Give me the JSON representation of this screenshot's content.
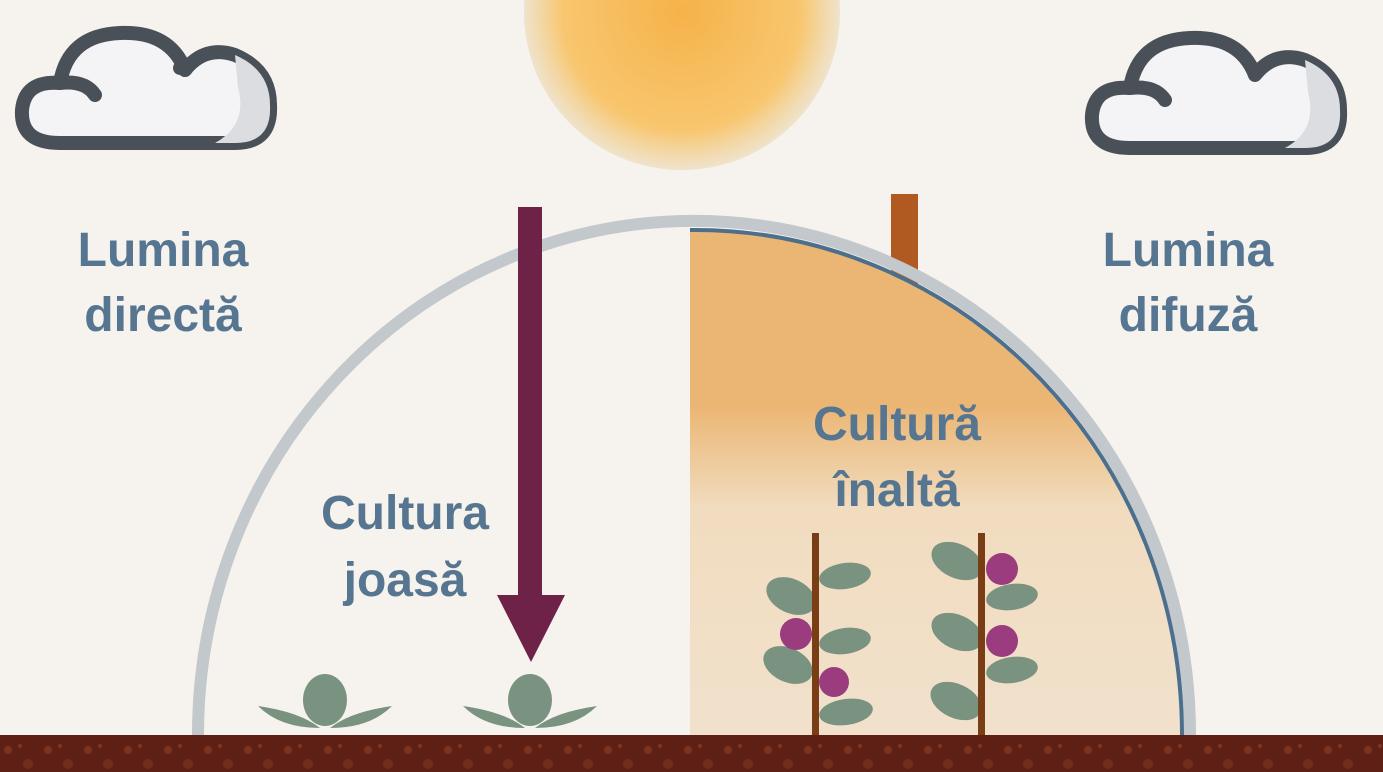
{
  "labels": {
    "direct_light": [
      "Lumina",
      "directă"
    ],
    "diffuse_light": [
      "Lumina",
      "difuză"
    ],
    "low_crop": [
      "Cultura",
      "joasă"
    ],
    "tall_crop": [
      "Cultură",
      "înaltă"
    ]
  },
  "colors": {
    "background": "#f6f2ed",
    "text": "#567590",
    "arrow": "#6e2248",
    "soil": "#5e1f14",
    "leaf": "#7a9280",
    "stem": "#7a3e17",
    "flower": "#9a3c7e",
    "greenhouse_frame": "#c3c8cc",
    "greenhouse_film": "#4d6f8e",
    "chimney": "#b05a22"
  }
}
